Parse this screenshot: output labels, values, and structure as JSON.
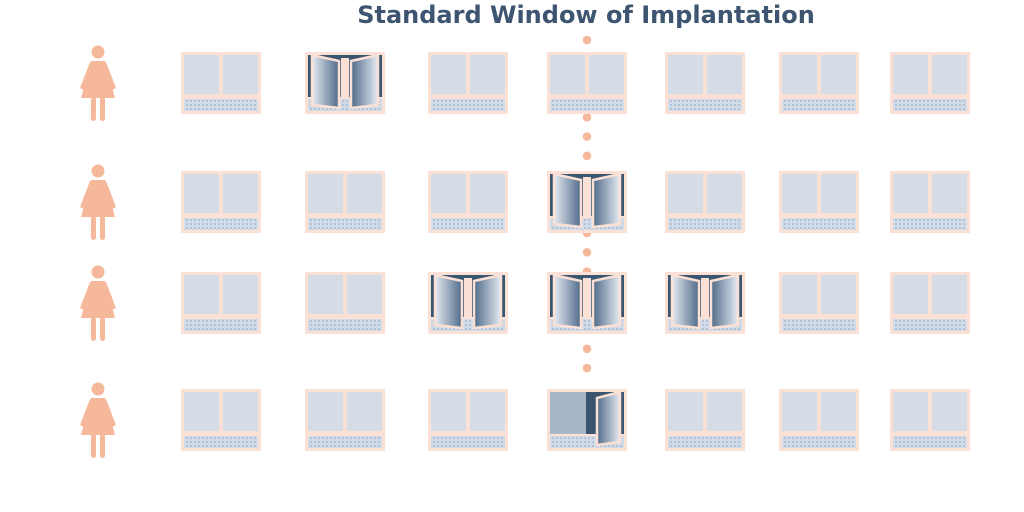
{
  "title": "Standard Window of Implantation",
  "colors": {
    "title": "#3d5570",
    "person": "#f5b89a",
    "frame": "#fbe1d5",
    "pane": "#d5dce6",
    "sill": "#cfd8e6",
    "open_dark": "#3a5570",
    "dotted_line": "#f5b89a"
  },
  "icons": [
    "woman-icon",
    "window-closed-icon",
    "window-open-icon"
  ],
  "rows": [
    {
      "windows": [
        "closed",
        "open",
        "closed",
        "closed",
        "closed",
        "closed",
        "closed"
      ]
    },
    {
      "windows": [
        "closed",
        "closed",
        "closed",
        "open",
        "closed",
        "closed",
        "closed"
      ]
    },
    {
      "windows": [
        "closed",
        "closed",
        "open",
        "open",
        "open",
        "closed",
        "closed"
      ]
    },
    {
      "windows": [
        "closed",
        "closed",
        "closed",
        "half",
        "closed",
        "closed",
        "closed"
      ]
    }
  ]
}
